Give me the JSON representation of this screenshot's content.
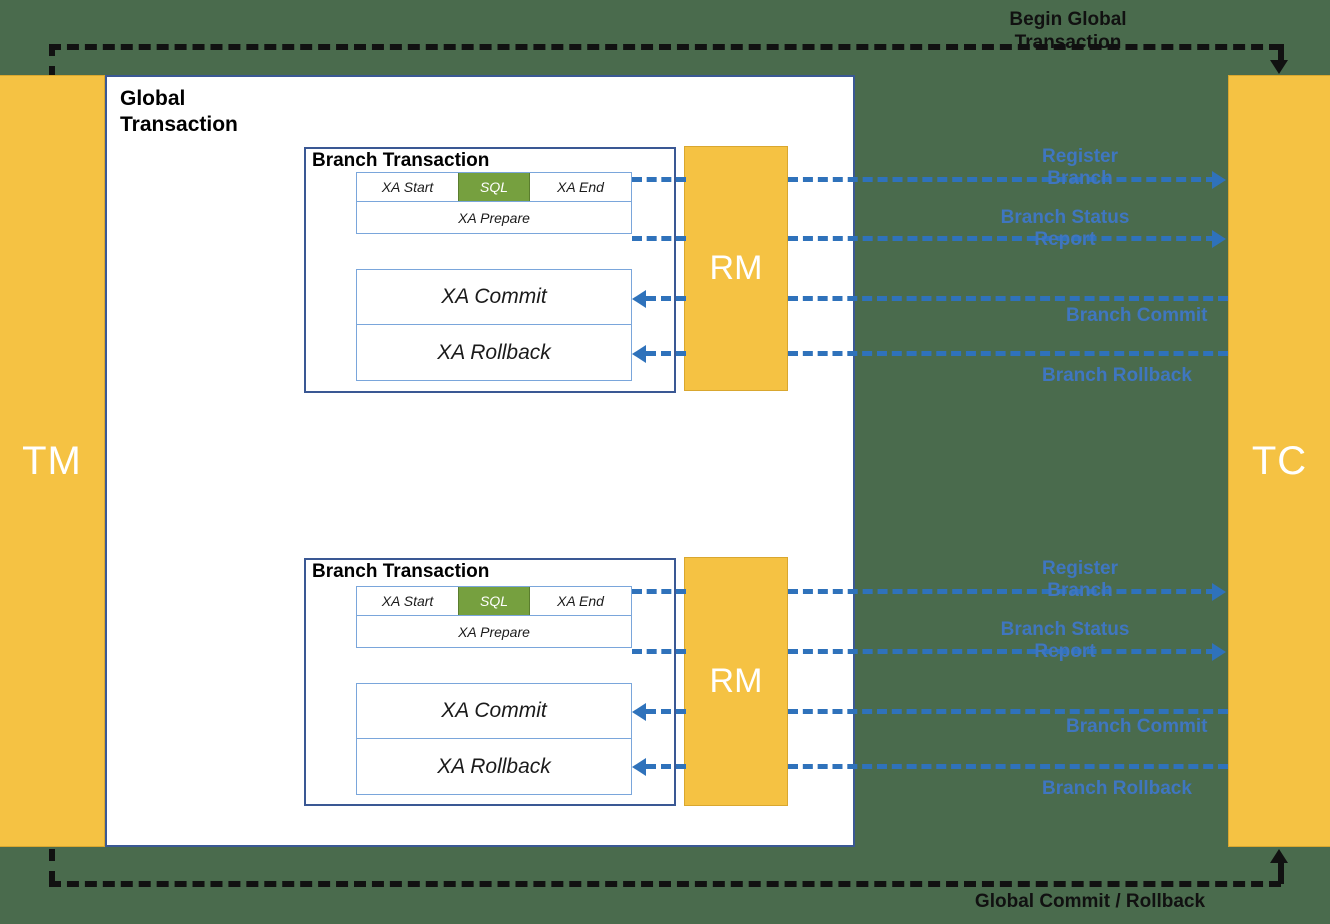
{
  "actors": {
    "tm": {
      "label": "TM"
    },
    "tc": {
      "label": "TC"
    },
    "rm": {
      "label": "RM"
    }
  },
  "global": {
    "title": "Global\nTransaction",
    "begin_label": "Begin Global\nTransaction",
    "end_label": "Global Commit / Rollback"
  },
  "branches": [
    {
      "title": "Branch Transaction",
      "ops": {
        "xa_start": "XA Start",
        "sql": "SQL",
        "xa_end": "XA End",
        "xa_prepare": "XA Prepare",
        "xa_commit": "XA Commit",
        "xa_rollback": "XA Rollback"
      },
      "messages": {
        "register_branch": "Register\nBranch",
        "branch_status_report": "Branch Status\nReport",
        "branch_commit": "Branch Commit",
        "branch_rollback": "Branch Rollback"
      }
    },
    {
      "title": "Branch Transaction",
      "ops": {
        "xa_start": "XA Start",
        "sql": "SQL",
        "xa_end": "XA End",
        "xa_prepare": "XA Prepare",
        "xa_commit": "XA Commit",
        "xa_rollback": "XA Rollback"
      },
      "messages": {
        "register_branch": "Register\nBranch",
        "branch_status_report": "Branch Status\nReport",
        "branch_commit": "Branch Commit",
        "branch_rollback": "Branch Rollback"
      }
    }
  ],
  "colors": {
    "background": "#4a6b4d",
    "actor_fill": "#f5c243",
    "panel_border": "#3a5894",
    "op_border": "#7aa6db",
    "sql_fill": "#76a03f",
    "message_blue": "#2f72bb",
    "message_label_blue": "#3f76c0",
    "global_path_black": "#111111"
  }
}
